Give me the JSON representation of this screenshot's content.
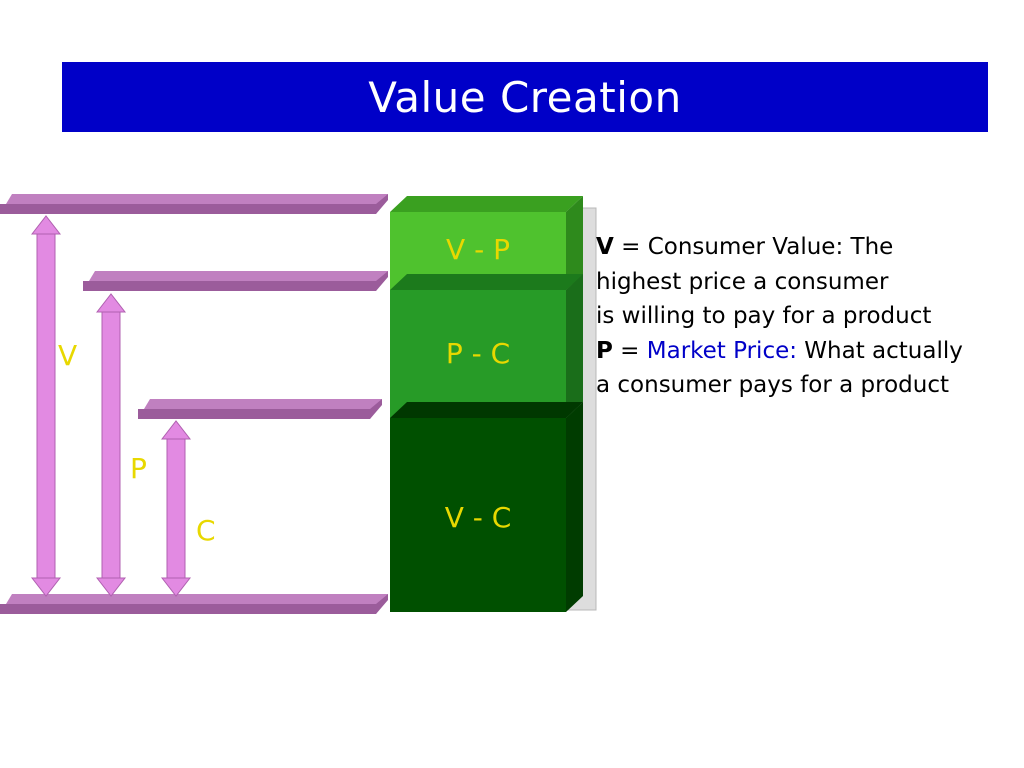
{
  "title": "Value Creation",
  "bars": {
    "v_label": "V",
    "p_label": "P",
    "c_label": "C"
  },
  "stack": {
    "top_label": "V - P",
    "middle_label": "P - C",
    "bottom_label": "V - C"
  },
  "definitions": {
    "v_term": "V",
    "v_text_1": " = Consumer Value: The",
    "v_text_2": "highest price a consumer",
    "v_text_3": "is willing to pay for a product",
    "p_term": "P",
    "p_eq": " = ",
    "p_name": "Market Price:",
    "p_text_1": " What actually",
    "p_text_2": "a consumer pays for a product"
  },
  "colors": {
    "title_bg": "#0000c8",
    "shelf": "#9b5c9b",
    "shelf_top": "#c080c0",
    "arrow": "#e28ae2",
    "letter": "#e8d800",
    "light_green": "#4fc22e",
    "mid_green": "#279b27",
    "dark_green": "#005000",
    "accent_blue": "#0000c8"
  }
}
